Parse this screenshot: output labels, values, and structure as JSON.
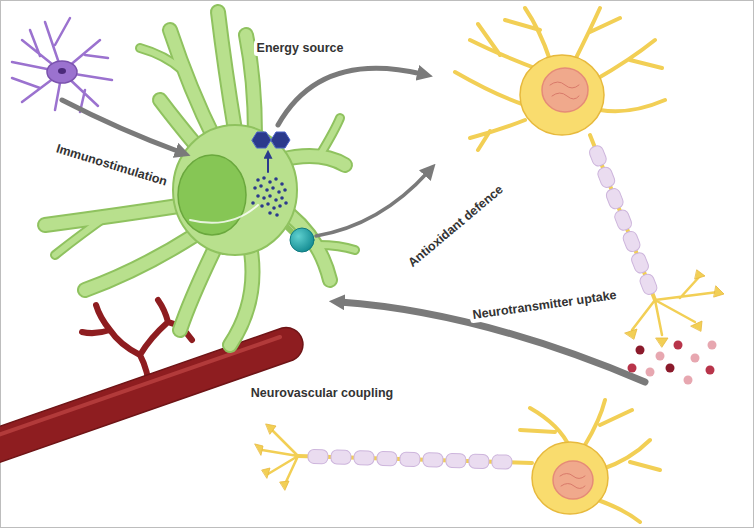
{
  "diagram": {
    "labels": [
      "Energy source",
      "Immunostimulation",
      "Antioxidant defence",
      "Neurotransmitter uptake",
      "Neurovascular coupling"
    ]
  }
}
